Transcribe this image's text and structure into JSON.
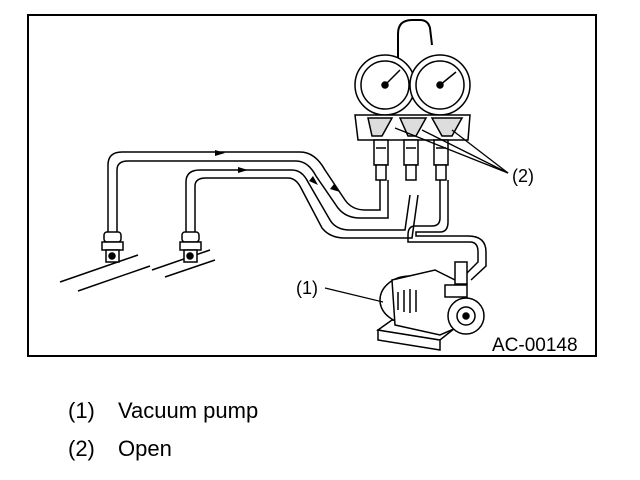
{
  "figure": {
    "id_label": "AC-00148",
    "callouts": [
      "(1)",
      "(2)"
    ]
  },
  "legend": [
    {
      "num": "(1)",
      "text": "Vacuum pump"
    },
    {
      "num": "(2)",
      "text": "Open"
    }
  ]
}
